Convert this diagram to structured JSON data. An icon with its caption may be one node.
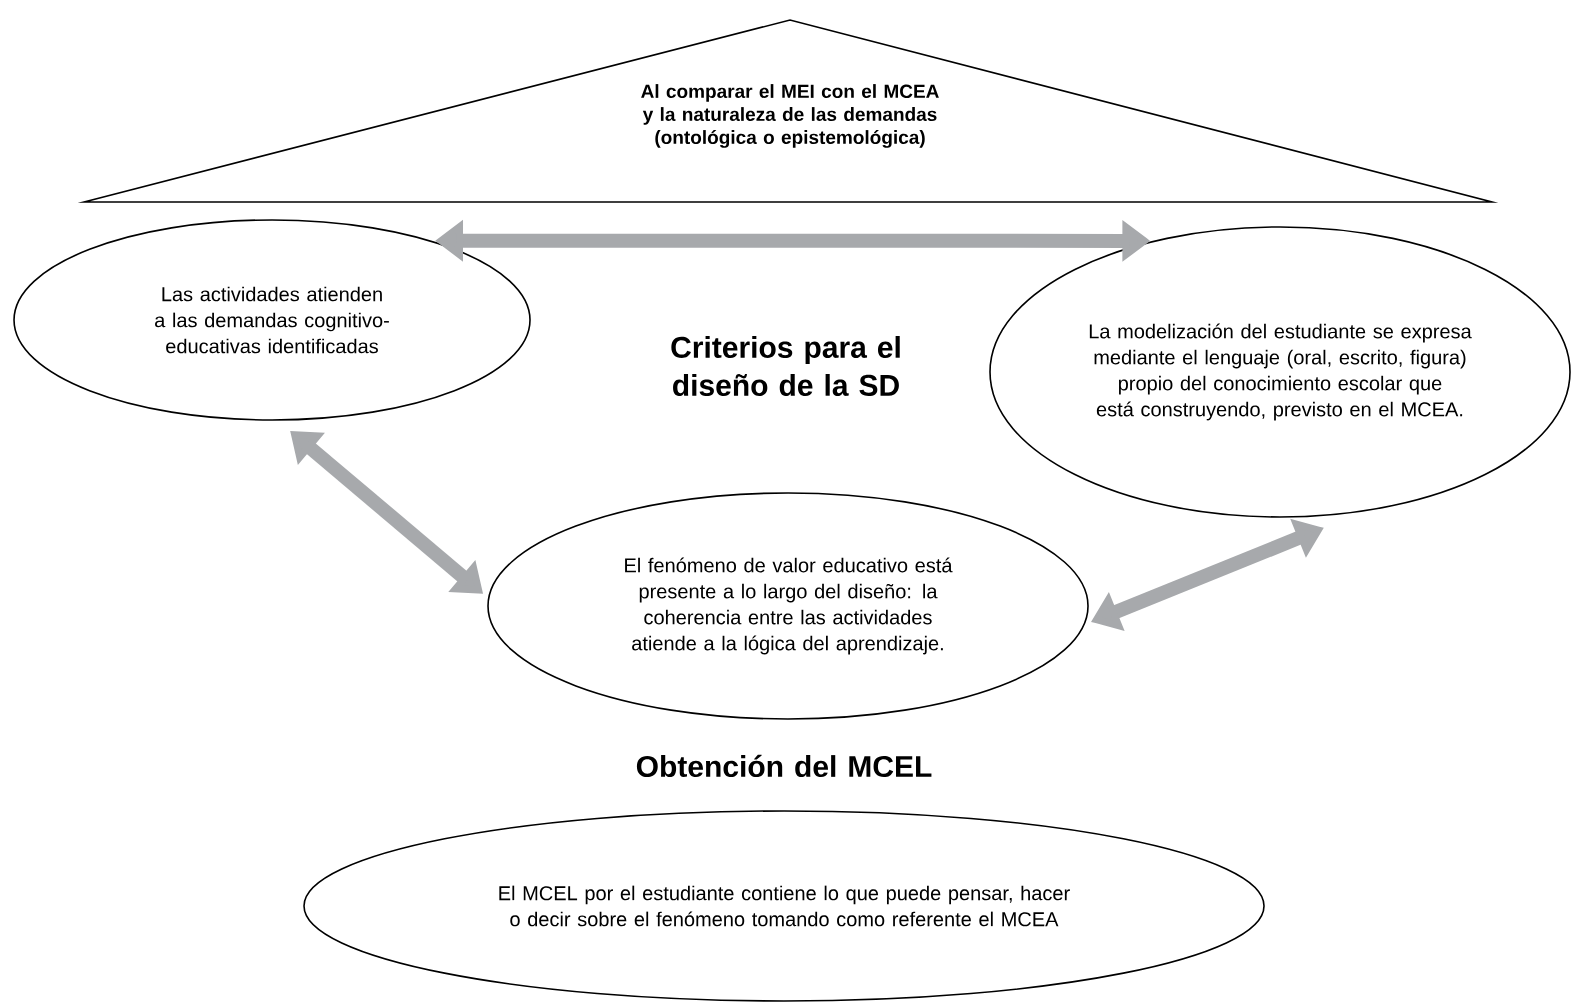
{
  "diagram": {
    "nodes": [
      {
        "text": [
          "Al comparar el MEI con el MCEA y la naturaleza de las demandas (ontológica o epistemológica)"
        ]
      },
      {
        "text": [
          "Las actividades atienden a las demandas cognitivo-educativas identificadas"
        ]
      },
      {
        "text": [
          "La modelización del estudiante se expresa mediante el lenguaje (oral, escrito, figura) propio del conocimiento escolar que está construyendo, previsto en el MCEA."
        ]
      },
      {
        "text": [
          "El fenómeno de valor educativo está presente a lo largo del diseño: la coherencia entre las actividades atiende a la lógica del aprendizaje."
        ]
      },
      {
        "text": [
          "El MCEL por el estudiante contiene lo que puede pensar, hacer o decir sobre el fenómeno tomando como referente el MCEA"
        ]
      }
    ],
    "edges": [
      {
        "from": 1,
        "to": 2,
        "arrow": "both"
      },
      {
        "from": 1,
        "to": 3,
        "arrow": "both"
      },
      {
        "from": 3,
        "to": 2,
        "arrow": "both"
      }
    ],
    "labels": [
      "Criterios para el diseño de la SD",
      "Obtención del MCEL"
    ]
  }
}
